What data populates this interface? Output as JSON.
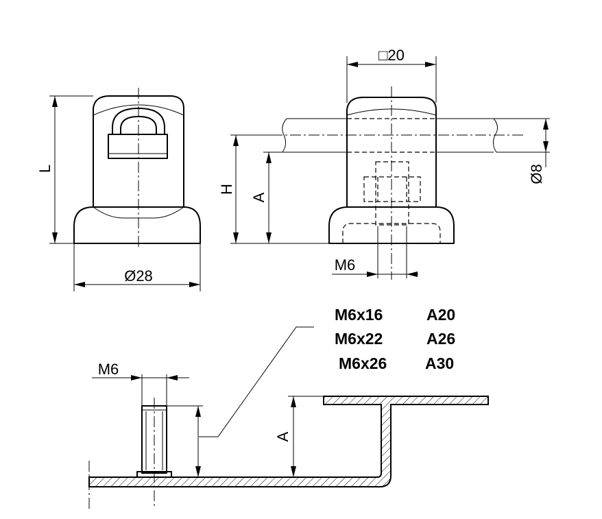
{
  "dimensions": {
    "left_view_height": "L",
    "left_view_diameter": "Ø28",
    "right_view_square": "□20",
    "right_view_height": "H",
    "right_view_a": "A",
    "right_view_rod_diameter": "Ø8",
    "right_view_thread": "M6",
    "bottom_thread": "M6",
    "bottom_a": "A"
  },
  "table": {
    "rows": [
      {
        "bolt": "M6x16",
        "a": "A20"
      },
      {
        "bolt": "M6x22",
        "a": "A26"
      },
      {
        "bolt": "M6x26",
        "a": "A30"
      }
    ]
  }
}
